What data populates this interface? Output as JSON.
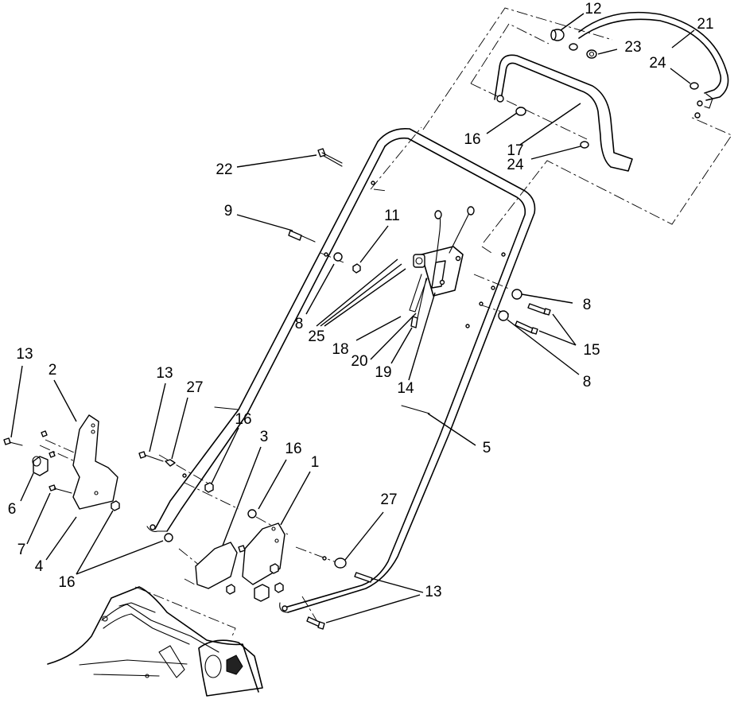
{
  "diagram": {
    "callouts": [
      "12",
      "21",
      "23",
      "24",
      "16",
      "17",
      "24",
      "22",
      "9",
      "11",
      "8",
      "25",
      "18",
      "20",
      "19",
      "14",
      "8",
      "15",
      "8",
      "13",
      "2",
      "13",
      "27",
      "16",
      "3",
      "16",
      "1",
      "5",
      "6",
      "7",
      "4",
      "16",
      "27",
      "13"
    ]
  }
}
